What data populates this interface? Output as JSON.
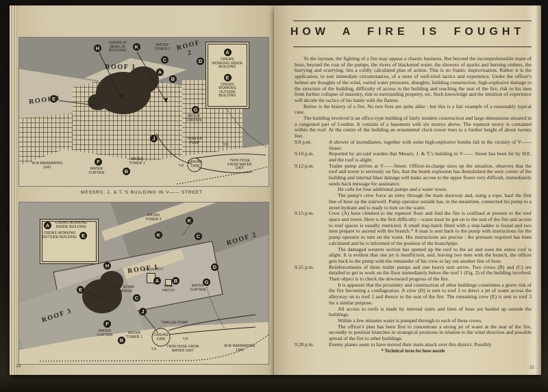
{
  "colors": {
    "page": "#d8ccae",
    "ink": "#2e2820",
    "diagram_sky": "#8f8c84",
    "marker": "#211d17"
  },
  "left_page": {
    "page_number": "30",
    "caption": "MESSRS. J. & T.'S BUILDING IN V—— STREET"
  },
  "figures": {
    "marker_letters": {
      "a": "A",
      "b": "B",
      "c": "C",
      "d": "D",
      "e": "E",
      "f": "F",
      "g": "G",
      "h": "H",
      "j": "J",
      "k": "K"
    },
    "legend": {
      "inside": "CREWS WORKING INSIDE BUILDING",
      "outside": "CREWS WORKING OUTSIDE BUILDING"
    },
    "labels": {
      "roof1": "ROOF 1",
      "roof2": "ROOF 2",
      "roof3": "ROOF 3",
      "water_tower_1": "WATER TOWER 1",
      "water_tower_2": "WATER TOWER 2",
      "water_curtain": "WATER CURTAIN",
      "trailer_pump": "TRAILER PUMP",
      "canvas_dam": "CANVAS DAM",
      "tp": "T.P.",
      "twin_hose": "TWIN HOSE FROM WATER UNIT",
      "crews_rear": "CREWS AT REAR OF BUILDING",
      "stairwell": "STAIRWELL",
      "trap_hatch": "TRAP HATCH",
      "he_bomb_damage": "H.E. BOMB DAMAGE",
      "signature": "W.M MANWARING 1941"
    }
  },
  "right_page": {
    "page_number": "31",
    "title": "HOW A FIRE IS FOUGHT",
    "intro": [
      "To the layman, the fighting of a fire may appear a chaotic business.  But beyond the incomprehensible maze of hose, beyond the roar of the pumps, the rivers of blackened water, the showers of sparks and burning embers, the hurrying and scurrying, lies a coldly calculated plan of action.  This is no frantic improvisation.  Rather it is the application, to suit immediate circumstances, of a store of well-tried tactics and experience.  Under the officer's helmet are thoughts of the wind, varied water pressures, draughts, building construction, high-explosive damage to the structure of the building, difficulty of access to the building and reaching the seat of the fire, risk to his men from further collapse of masonry, risk to surrounding property, etc.  Such knowledge and the intuition of experience will decide the tactics of his battle with the flames.",
      "Below is the history of a fire.  No two fires are quite alike : but this is a fair example of a reasonably typical case.",
      "The building involved is an office-type building of fairly modern construction and large dimensions situated in a congested part of London.  It consists of a basement with six storeys above.  The topmost storey is contained within the roof.  At the centre of the building an ornamental clock tower rises to a further height of about twenty feet."
    ],
    "timeline": [
      {
        "time": "9.8 p.m.",
        "paragraphs": [
          "A shower of incendiaries, together with some high-explosive bombs fall in the vicinity of V—— Street."
        ]
      },
      {
        "time": "9.10 p.m.",
        "paragraphs": [
          "Reported by air-raid warden that Messrs. J. & T.'s building in V—— Street has been hit by H.E. and the roof is alight."
        ]
      },
      {
        "time": "9.12 p.m.",
        "paragraphs": [
          "Trailer pump arrives at V——Street.  Officer-in-charge sizes up the situation, observes that the roof and tower is seriously on fire, that the bomb explosion has demolished the west corner of the building and internal blast damage will make access to the upper floors very difficult, immediately sends back message for assistance.",
          "He calls for four additional pumps and a water tower.",
          "The pump's crew force an entry through the main doorway and, using a rope, haul the first line of hose up the stairwell.  Pump operator outside has, in the meantime, connected his pump to a street hydrant and is ready to turn on the water."
        ]
      },
      {
        "time": "9.15 p.m.",
        "paragraphs": [
          "Crew (A) have climbed to the topmost floor and find the fire is confined at present to the roof space and tower.  Here is the first difficulty—water must be got on to the seat of the fire and access to roof spaces is usually restricted.  A small trap-hatch fitted with a step-ladder is found and two men prepare to ascend with the branch.*  A man is sent back to the pump with instructions for the pump operator to turn on the water.  His instructions are precise : the pressure required has been calculated and he is informed of the position of the branchpipe.",
          "The damaged western section has opened up the roof to the air and soon the entire roof is alight.  It is evident that one jet is insufficient, and, leaving two men with the branch, the officer gets back to the pump with the remainder of his crew to lay out another line of hose."
        ]
      },
      {
        "time": "9.25 p.m.",
        "paragraphs": [
          "Reinforcements of three trailer pumps and one heavy unit arrive.  Two crews (B) and (C) are detailed to get to work on the floor immediately below the roof 1 (Fig. 2) of the building involved.  Their object is to check the downward progress of the fire.",
          "It is apparent that the proximity and construction of other buildings constitutes a grave risk of the fire becoming a conflagration.  A crew (D) is sent to roof 2 to direct a jet of water across the alleyway on to roof 1 and thence to the seat of the fire.  The remaining crew (E) is sent to roof 3 for a similar purpose.",
          "All access to roofs is made by internal stairs and lines of hose are hauled up outside the buildings.",
          "Within a few minutes water is pumped through to each of these crews.",
          "The officer's plan has been first to concentrate a strong jet of water at the seat of the fire, secondly to position branches in strategical positions in relation to the wind direction and possible spread of the fire to other buildings."
        ]
      },
      {
        "time": "9.28 p.m.",
        "paragraphs": [
          "Enemy planes seem to have moved their main attack over this district.  Possibly"
        ]
      }
    ],
    "footnote": "* Technical term for hose nozzle"
  }
}
